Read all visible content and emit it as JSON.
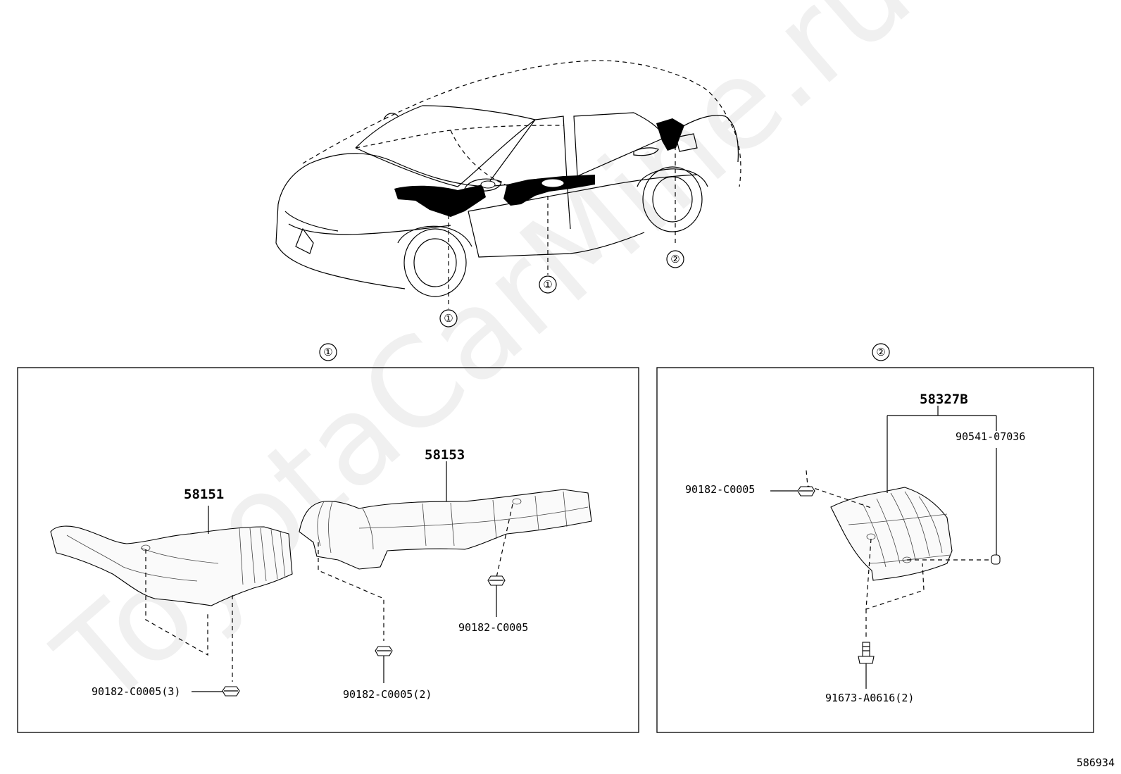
{
  "watermark": "ToyotaCarMine.ru",
  "overview": {
    "callouts": [
      "①",
      "①",
      "②"
    ]
  },
  "panel1": {
    "heading": "①",
    "parts": {
      "p58151": "58151",
      "p58153": "58153",
      "nut_a": "90182-C0005(3)",
      "nut_b": "90182-C0005(2)",
      "nut_c": "90182-C0005"
    }
  },
  "panel2": {
    "heading": "②",
    "parts": {
      "p58327b": "58327B",
      "grommet": "90541-07036",
      "nut": "90182-C0005",
      "bolt": "91673-A0616(2)"
    }
  },
  "figure_number": "586934"
}
